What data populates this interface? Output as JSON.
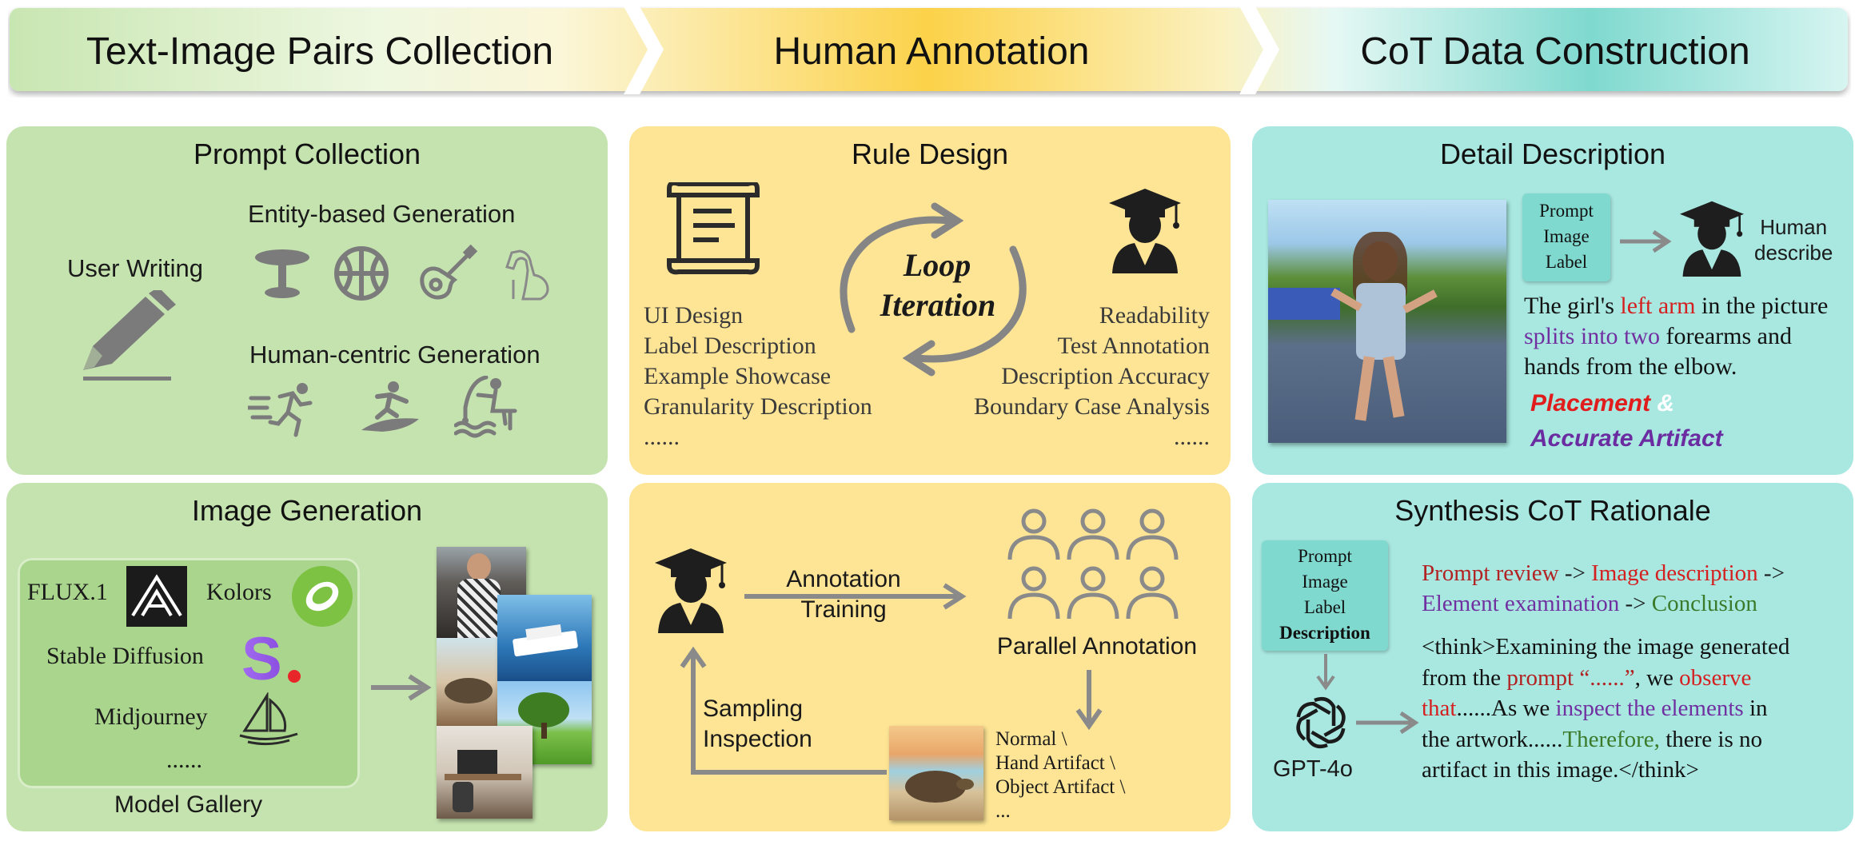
{
  "header": {
    "stages": [
      "Text-Image Pairs Collection",
      "Human Annotation",
      "CoT Data Construction"
    ]
  },
  "prompt_collection": {
    "title": "Prompt Collection",
    "user_writing": "User Writing",
    "entity_label": "Entity-based Generation",
    "human_label": "Human-centric Generation",
    "entity_icons": [
      "table-icon",
      "basketball-icon",
      "guitar-icon",
      "dog-icon"
    ],
    "human_icons": [
      "running-person-icon",
      "surfer-icon",
      "fishing-person-icon"
    ]
  },
  "image_generation": {
    "title": "Image Generation",
    "models": [
      "FLUX.1",
      "Kolors",
      "Stable Diffusion",
      "Midjourney",
      "......"
    ],
    "gallery_label": "Model Gallery"
  },
  "rule_design": {
    "title": "Rule Design",
    "loop_line1": "Loop",
    "loop_line2": "Iteration",
    "left_items": [
      "UI Design",
      "Label Description",
      "Example Showcase",
      "Granularity Description",
      "......"
    ],
    "right_items": [
      "Readability",
      "Test Annotation",
      "Description Accuracy",
      "Boundary Case Analysis",
      "......"
    ]
  },
  "annotation_process": {
    "training_line1": "Annotation",
    "training_line2": "Training",
    "parallel": "Parallel Annotation",
    "sampling_line1": "Sampling",
    "sampling_line2": "Inspection",
    "labels": [
      "Normal \\",
      "Hand Artifact \\",
      "Object Artifact \\",
      "..."
    ]
  },
  "detail_description": {
    "title": "Detail Description",
    "box_lines": [
      "Prompt",
      "Image",
      "Label"
    ],
    "human_line1": "Human",
    "human_line2": "describe",
    "desc": {
      "p1": "The girl's ",
      "red": "left arm",
      "p2": " in the picture",
      "purple": "splits into two",
      "p3": " forearms and",
      "p4": "hands from the elbow."
    },
    "tag_red": "Placement",
    "tag_amp": "&",
    "tag_purple": "Accurate Artifact"
  },
  "synthesis": {
    "title": "Synthesis CoT Rationale",
    "box_lines": [
      "Prompt",
      "Image",
      "Label",
      "Description"
    ],
    "gpt": "GPT-4o",
    "chain": {
      "a": "Prompt review",
      "arr1": " -> ",
      "b": "Image description",
      "arr2": " ->",
      "c": "Element examination",
      "arr3": " -> ",
      "d": "Conclusion"
    },
    "think": {
      "t1": "<think>Examining the image generated",
      "t2a": "from the ",
      "t2b": "prompt “......”",
      "t2c": ", we ",
      "t2d": "observe",
      "t3a": "that",
      "t3b": "......As we ",
      "t3c": "inspect the elements",
      "t3d": " in",
      "t4a": "the artwork......",
      "t4b": "Therefore,",
      "t4c": " there is no",
      "t5": "artifact in this image.</think>"
    }
  },
  "colors": {
    "green_panel": "#c5e3af",
    "yellow_panel": "#fde595",
    "teal_panel": "#a9e8e1",
    "red_text": "#d42020",
    "purple_text": "#7030a0",
    "green_text": "#3a7a2a",
    "icon_gray": "#7b7b7b"
  }
}
